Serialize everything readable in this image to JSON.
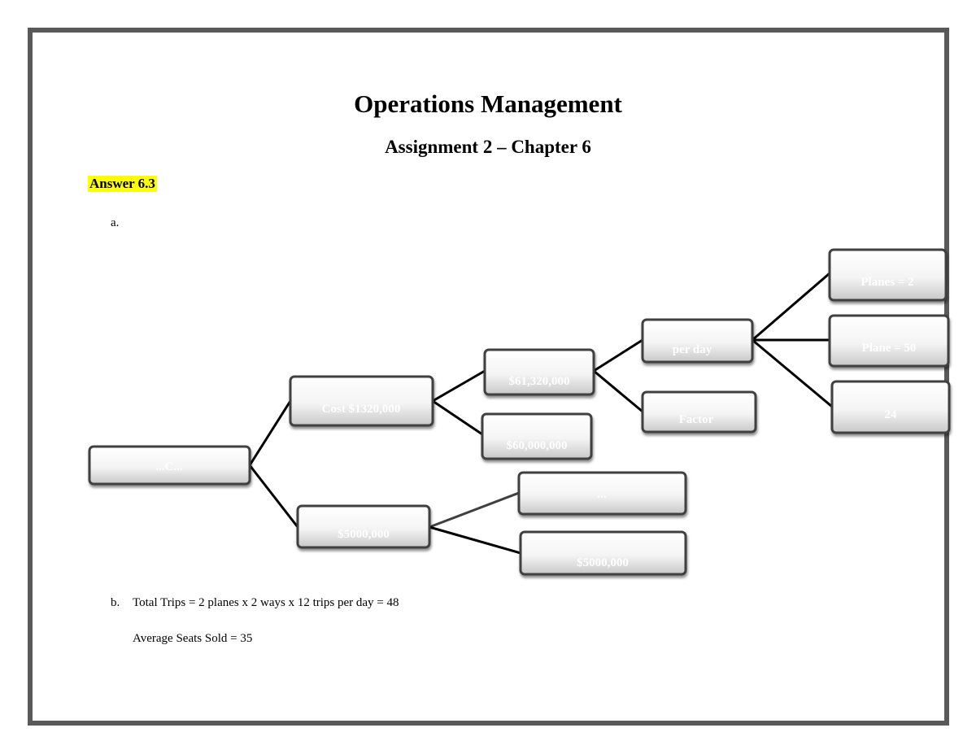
{
  "document": {
    "title": "Operations Management",
    "subtitle": "Assignment 2 – Chapter 6",
    "answer_label": "Answer 6.3",
    "part_a_label": "a.",
    "part_b_label": "b.",
    "part_b_line1": "Total Trips = 2 planes x 2 ways x 12 trips per day = 48",
    "part_b_line2": "Average Seats Sold = 35"
  },
  "tree": {
    "nodes": [
      {
        "id": "root",
        "label": "...C..."
      },
      {
        "id": "cost",
        "label": "Cost  $1320,000"
      },
      {
        "id": "n61",
        "label": "$61,320,000"
      },
      {
        "id": "n60",
        "label": "$60,000,000"
      },
      {
        "id": "perday",
        "label": "per day"
      },
      {
        "id": "factor",
        "label": "Factor"
      },
      {
        "id": "planes2",
        "label": "Planes = 2"
      },
      {
        "id": "planes50",
        "label": "Plane = 50"
      },
      {
        "id": "n24",
        "label": "24"
      },
      {
        "id": "n5m_a",
        "label": "$5000,000"
      },
      {
        "id": "upper_right",
        "label": "..."
      },
      {
        "id": "n5m_b",
        "label": "$5000,000"
      }
    ]
  }
}
